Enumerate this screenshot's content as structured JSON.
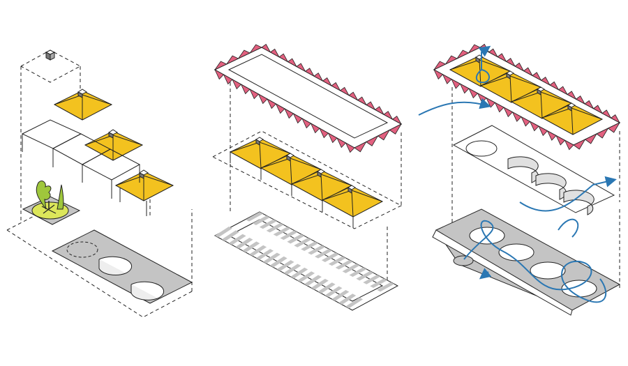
{
  "diagram": {
    "panels": [
      {
        "id": "assembly",
        "components": [
          "shade-canopies",
          "frame-grid",
          "planter-module",
          "base-with-curved-walls"
        ]
      },
      {
        "id": "structure",
        "components": [
          "perforated-roof-band",
          "canopy-row",
          "striped-floor-slab"
        ]
      },
      {
        "id": "airflow",
        "components": [
          "roof-with-canopies",
          "partition-walls",
          "floor-plan-with-openings"
        ]
      }
    ]
  },
  "colors": {
    "canopy": "#f3c21f",
    "canopy_dark": "#e2aa10",
    "roof_fin": "#e2607f",
    "floor": "#c4c4c4",
    "wall": "#e0e0e0",
    "airflow": "#2a77b3",
    "planter": "#dce65a",
    "plant": "#9fc73c",
    "line": "#222222"
  }
}
